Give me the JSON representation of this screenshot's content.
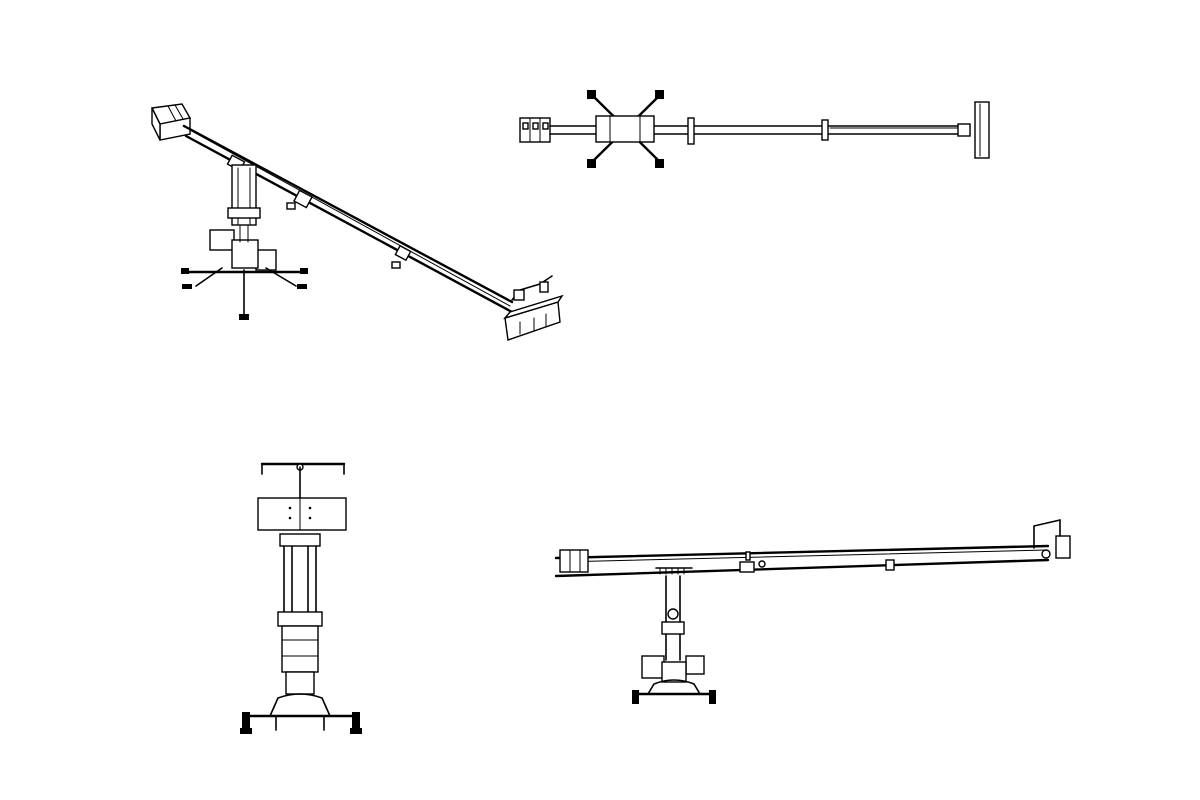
{
  "drawing": {
    "views": [
      {
        "id": "isometric",
        "caption": ""
      },
      {
        "id": "top",
        "caption": ""
      },
      {
        "id": "front",
        "caption": ""
      },
      {
        "id": "side",
        "caption": ""
      }
    ]
  },
  "colors": {
    "background": "#ffffff",
    "line": "#000000"
  }
}
